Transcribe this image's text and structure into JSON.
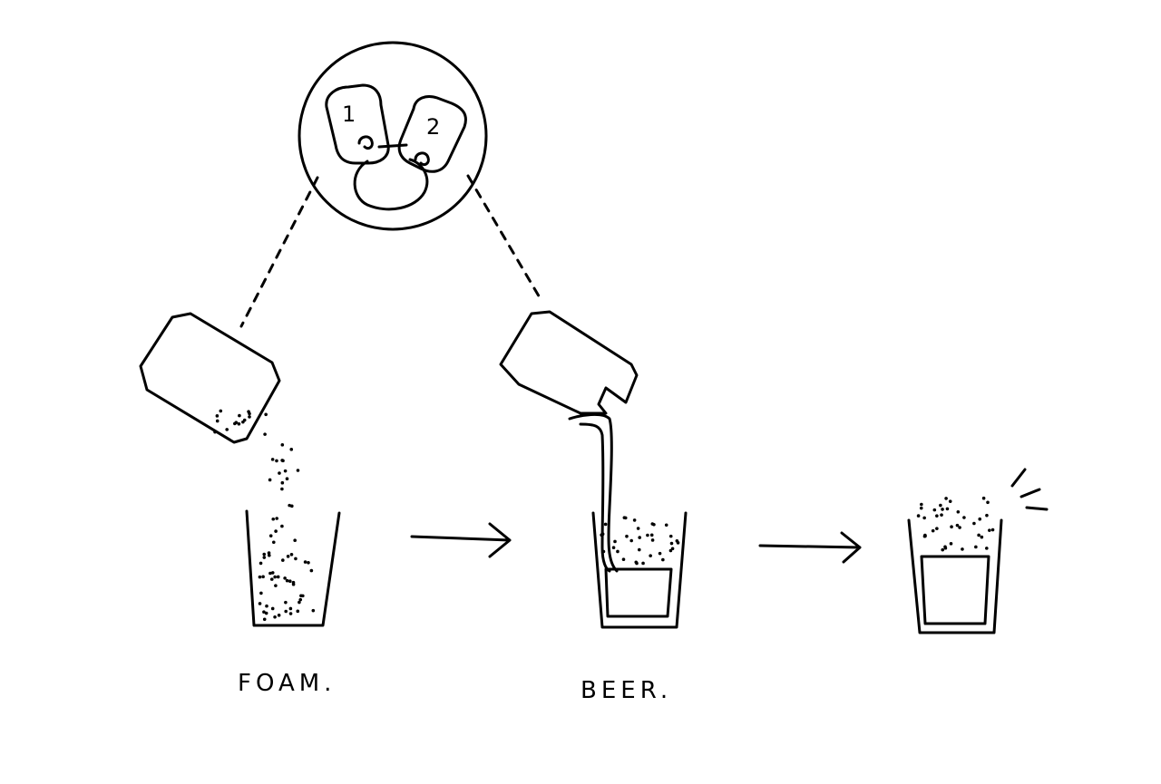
{
  "inset": {
    "tab_left": "1",
    "tab_right": "2"
  },
  "labels": {
    "foam": "FOAM.",
    "beer": "BEER."
  },
  "colors": {
    "ink": "#000000",
    "background": "#ffffff"
  }
}
